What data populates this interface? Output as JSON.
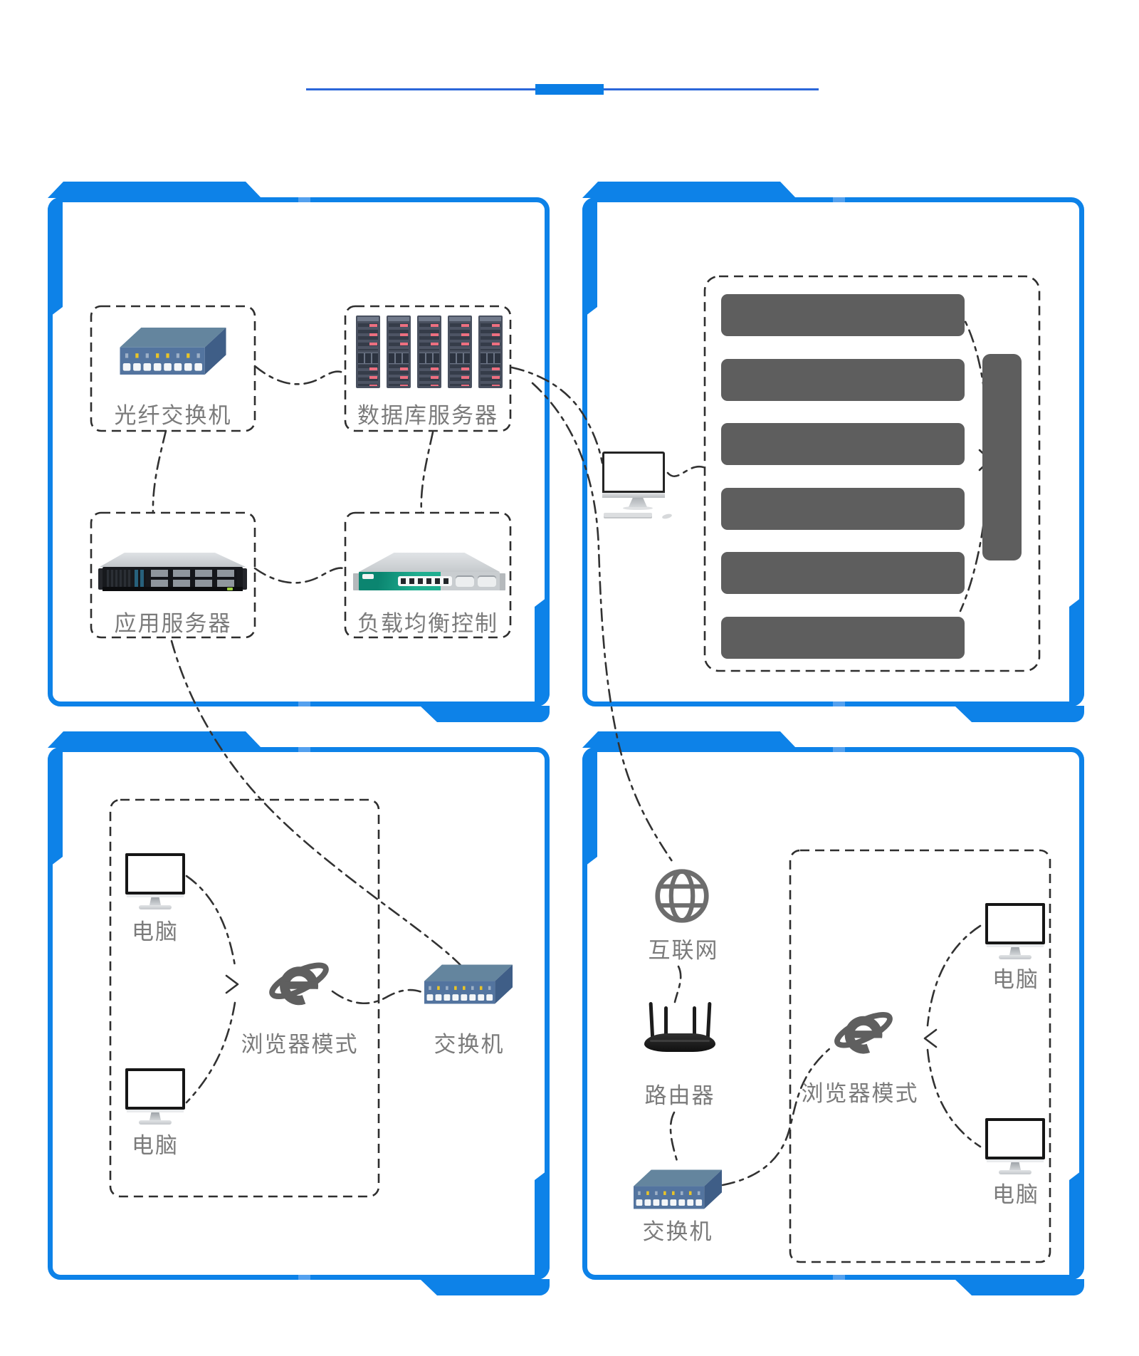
{
  "title_divider": {
    "style": "decorative-line-with-block"
  },
  "colors": {
    "accent": "#0d82e8",
    "accent_light": "#54a1ef",
    "divider_line": "#2b66d9",
    "divider_block": "#0a7de4",
    "bar_gray": "#5e5e5e",
    "label_gray": "#7b7b7b",
    "connector_dark": "#323232",
    "dashed_box": "#2e2e2e",
    "switch_blue": "#53749f",
    "load_balancer_green": "#1fae90",
    "server_tower_red": "#ed6f80"
  },
  "panels": {
    "infra": {
      "name": "server-cluster-panel",
      "boxes": [
        {
          "label": "光纤交换机",
          "icon": "fiber-switch-icon"
        },
        {
          "label": "数据库服务器",
          "icon": "database-servers-icon",
          "tower_count": 5
        },
        {
          "label": "应用服务器",
          "icon": "app-server-icon"
        },
        {
          "label": "负载均衡控制",
          "icon": "load-balancer-icon"
        }
      ]
    },
    "admin": {
      "name": "management-panel",
      "computer_icon": "desktop-computer-icon",
      "bar_count": 6,
      "has_summary_bar": true
    },
    "lan_a": {
      "name": "browser-lan-panel-left",
      "computers": [
        "电脑",
        "电脑"
      ],
      "browser_label": "浏览器模式",
      "browser_icon": "ie-browser-icon",
      "switch_label": "交换机",
      "switch_icon": "network-switch-icon"
    },
    "lan_b": {
      "name": "internet-lan-panel-right",
      "internet_label": "互联网",
      "internet_icon": "globe-icon",
      "router_label": "路由器",
      "router_icon": "router-icon",
      "switch_label": "交换机",
      "switch_icon": "network-switch-icon",
      "browser_label": "浏览器模式",
      "browser_icon": "ie-browser-icon",
      "computers": [
        "电脑",
        "电脑"
      ]
    }
  }
}
